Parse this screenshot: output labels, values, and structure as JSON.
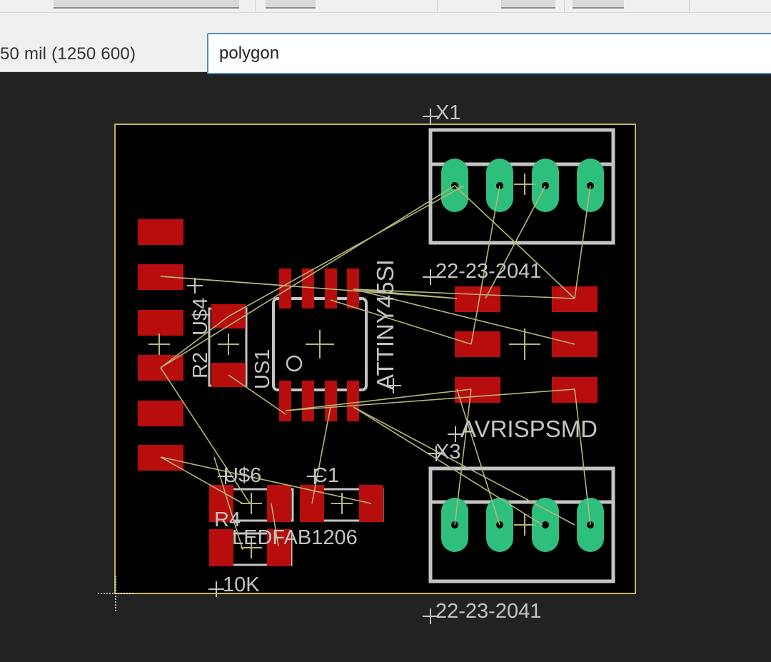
{
  "toolbar": {
    "coordinate_readout": "50 mil (1250 600)",
    "command_value": "polygon"
  },
  "board": {
    "labels": {
      "x1_name": "X1",
      "x1_value": "22-23-2041",
      "x3_name": "X3",
      "x3_value": "22-23-2041",
      "ic_value": "ATTINY45SI",
      "ic_name": "US1",
      "r2_name": "R2",
      "u4_name": "U$4",
      "header_value": "AVRISPSMD",
      "u6_name": "U$6",
      "c1_name": "C1",
      "r4_name": "R4",
      "led_value": "LEDFAB1206",
      "r4_value": "10K"
    }
  },
  "colors": {
    "canvas_bg": "#222222",
    "board_bg": "#000000",
    "outline": "#c8b060",
    "pad": "#b80d0d",
    "through_hole": "#2fbf7d",
    "silkscreen": "#c4c4c4",
    "airwire": "#b6b675"
  }
}
